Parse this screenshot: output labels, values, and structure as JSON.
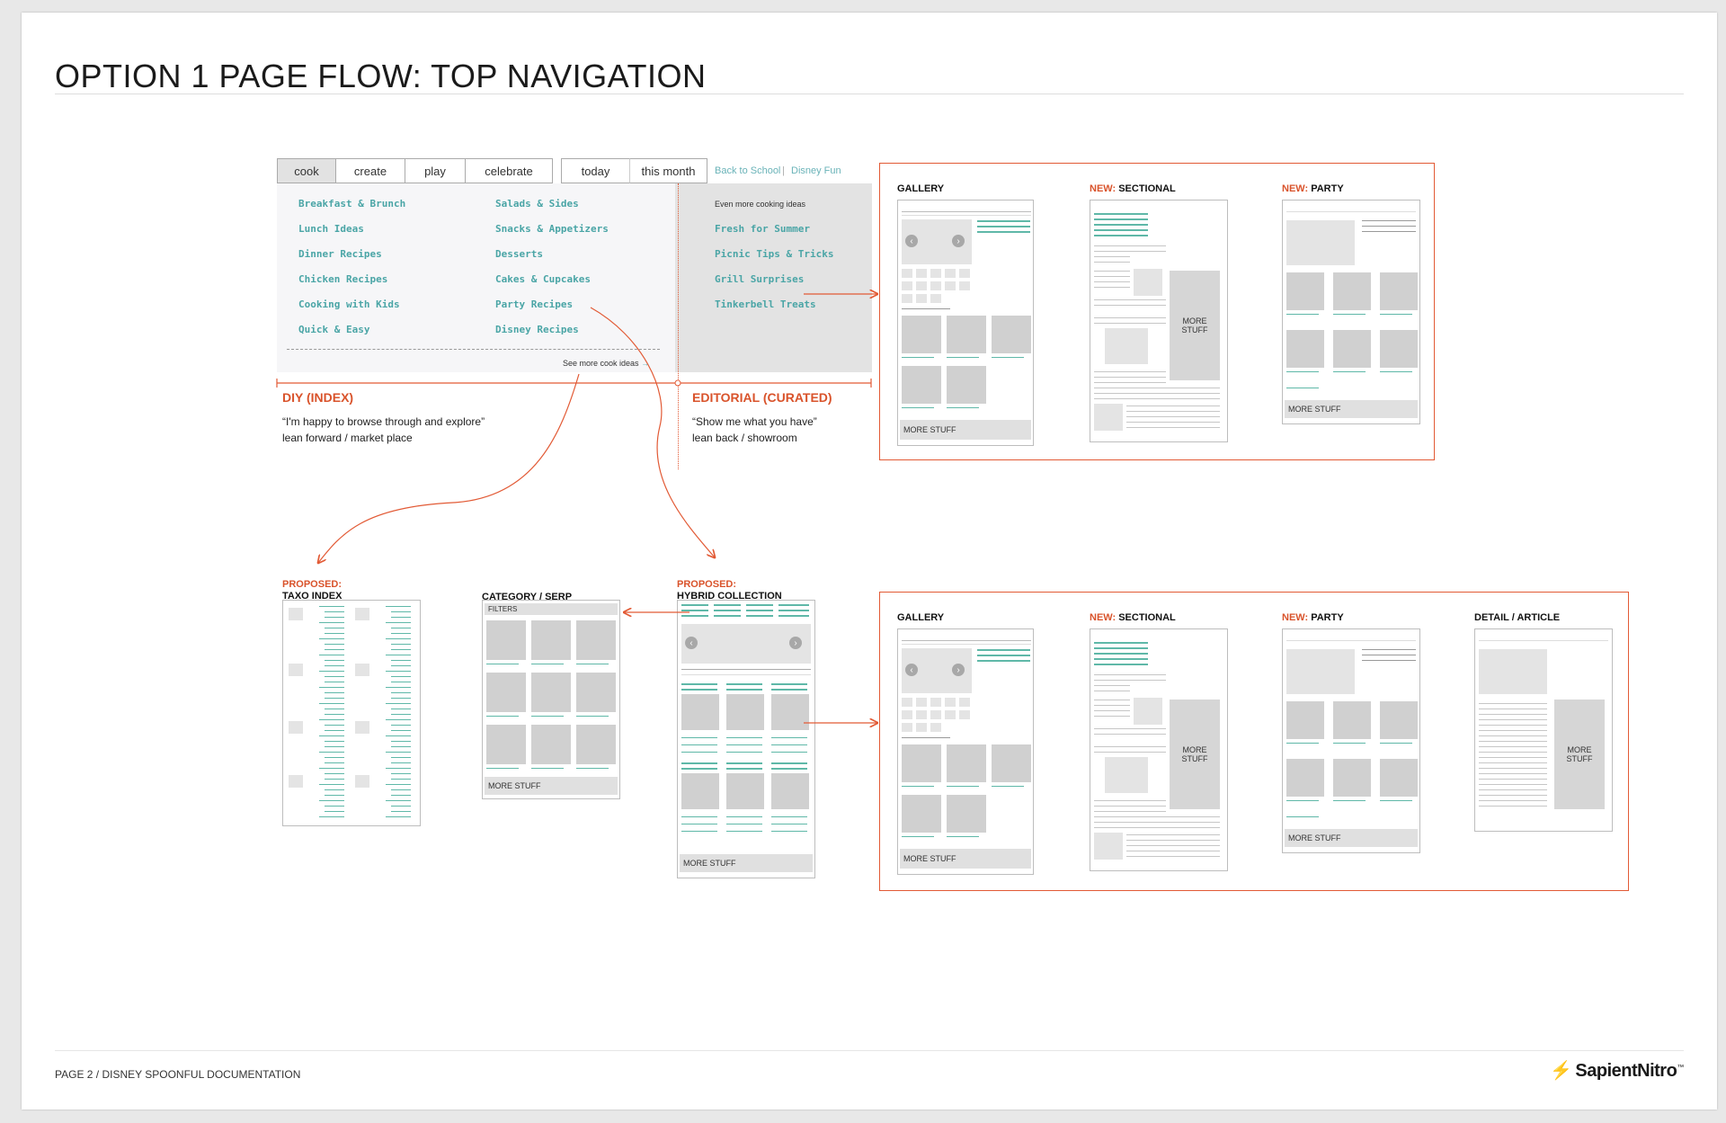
{
  "title": "OPTION 1 PAGE FLOW: TOP NAVIGATION",
  "footer": "PAGE 2 / DISNEY SPOONFUL DOCUMENTATION",
  "logo": "SapientNitro",
  "nav": {
    "tabs": [
      "cook",
      "create",
      "play",
      "celebrate"
    ],
    "time_tabs": [
      "today",
      "this month"
    ],
    "links": [
      "Back to School",
      "Disney Fun"
    ],
    "col1": [
      "Breakfast & Brunch",
      "Lunch Ideas",
      "Dinner Recipes",
      "Chicken Recipes",
      "Cooking with Kids",
      "Quick & Easy"
    ],
    "col2": [
      "Salads & Sides",
      "Snacks & Appetizers",
      "Desserts",
      "Cakes & Cupcakes",
      "Party Recipes",
      "Disney Recipes"
    ],
    "editorial_intro": "Even more cooking ideas",
    "col3": [
      "Fresh for Summer",
      "Picnic Tips & Tricks",
      "Grill Surprises",
      "Tinkerbell Treats"
    ],
    "see_more": "See more cook ideas"
  },
  "diy": {
    "label": "DIY (INDEX)",
    "quote": "“I'm happy to browse through and explore”",
    "desc": "lean forward / market place"
  },
  "editorial": {
    "label": "EDITORIAL (CURATED)",
    "quote": "“Show me what you have”",
    "desc": "lean back / showroom"
  },
  "top_templates": {
    "gallery": "GALLERY",
    "sectional_prefix": "NEW:",
    "sectional": "SECTIONAL",
    "party_prefix": "NEW:",
    "party": "PARTY"
  },
  "bottom": {
    "taxo_prefix": "PROPOSED:",
    "taxo": "TAXO INDEX",
    "category": "CATEGORY / SERP",
    "filters": "FILTERS",
    "hybrid_prefix": "PROPOSED:",
    "hybrid": "HYBRID COLLECTION"
  },
  "bottom_templates": {
    "gallery": "GALLERY",
    "sectional_prefix": "NEW:",
    "sectional": "SECTIONAL",
    "party_prefix": "NEW:",
    "party": "PARTY",
    "detail": "DETAIL / ARTICLE"
  },
  "more_stuff": "MORE STUFF",
  "more_stuff_l1": "MORE",
  "more_stuff_l2": "STUFF"
}
